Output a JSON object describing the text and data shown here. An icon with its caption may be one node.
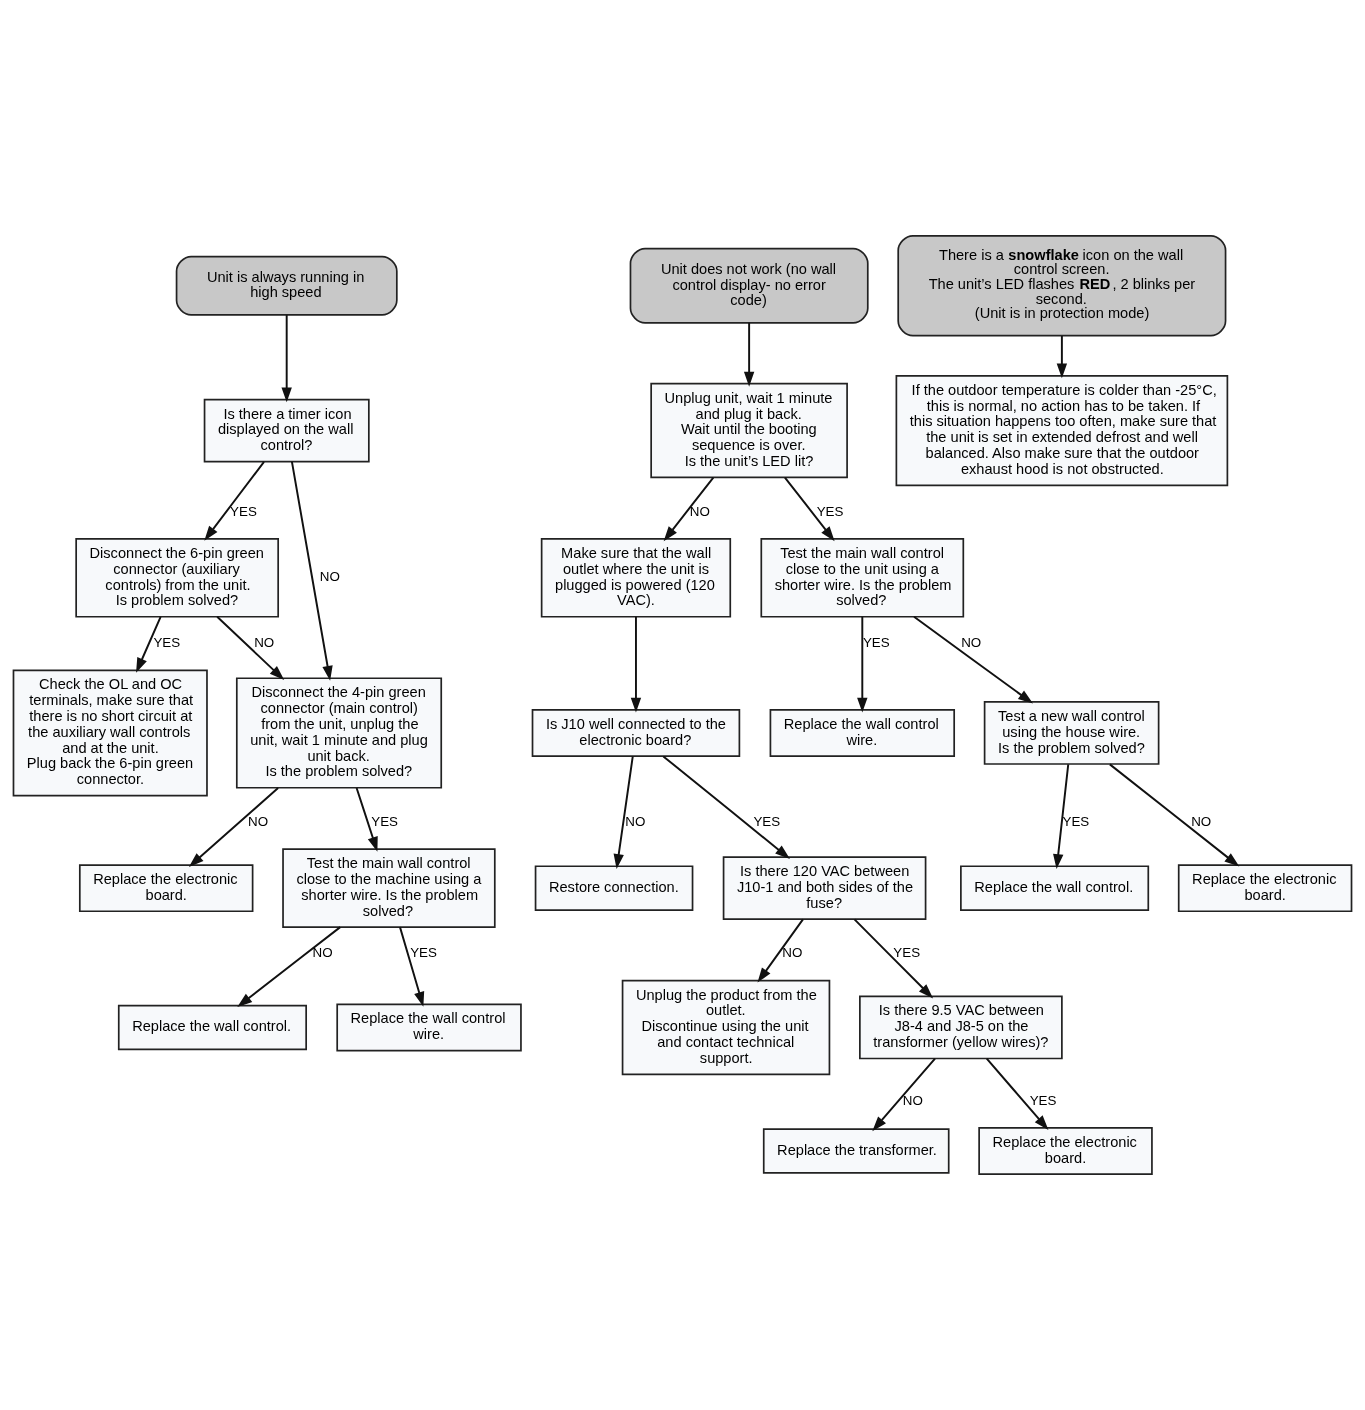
{
  "diagram": {
    "nodes": [
      {
        "text": [
          "Unit is always running in high speed"
        ]
      },
      {
        "text": [
          "Is there a timer icon displayed on the wall control?"
        ]
      },
      {
        "text": [
          "Disconnect the 6-pin green connector (auxiliary controls) from the unit.",
          "Is problem solved?"
        ]
      },
      {
        "text": [
          "Check the OL and OC terminals, make sure that there is no short circuit at the auxiliary wall controls and at the unit.",
          "Plug back the 6-pin green connector."
        ]
      },
      {
        "text": [
          "Disconnect the 4-pin green connector (main control) from the unit, unplug the unit, wait 1 minute and plug unit back.",
          "Is the problem solved?"
        ]
      },
      {
        "text": [
          "Replace the electronic board."
        ]
      },
      {
        "text": [
          "Test the main wall control close to the machine using a shorter wire. Is the problem solved?"
        ]
      },
      {
        "text": [
          "Replace the wall control."
        ]
      },
      {
        "text": [
          "Replace the wall control wire."
        ]
      },
      {
        "text": [
          "Unit does not work (no wall control display- no error code)"
        ]
      },
      {
        "text": [
          "Unplug unit, wait 1 minute and plug it back.",
          "Wait until the booting sequence is over.",
          "Is the unit’s LED lit?"
        ]
      },
      {
        "text": [
          "Make sure that the wall outlet where the unit is plugged is powered (120 VAC)."
        ]
      },
      {
        "text": [
          "Test the main wall control close to the unit using a shorter wire. Is the problem solved?"
        ]
      },
      {
        "text": [
          "Is J10 well connected to the electronic board?"
        ]
      },
      {
        "text": [
          "Replace the wall control wire."
        ]
      },
      {
        "text": [
          "Test a new wall control using the house wire.",
          "Is the problem solved?"
        ]
      },
      {
        "text": [
          "Restore connection."
        ]
      },
      {
        "text": [
          "Is there 120 VAC between J10-1 and both sides of the fuse?"
        ]
      },
      {
        "text": [
          "Replace the wall control."
        ]
      },
      {
        "text": [
          "Replace the electronic board."
        ]
      },
      {
        "text": [
          "Unplug the product from the outlet.",
          "Discontinue using the unit and contact technical support."
        ]
      },
      {
        "text": [
          "Is there 9.5 VAC between J8-4 and J8-5 on the transformer (yellow wires)?"
        ]
      },
      {
        "text": [
          "Replace the transformer."
        ]
      },
      {
        "text": [
          "Replace the electronic board."
        ]
      },
      {
        "text": [
          "There is a **snowflake** icon on the wall control screen.",
          "The unit’s LED flashes **RED**, 2 blinks per second.",
          "(Unit is in protection mode)"
        ]
      },
      {
        "text": [
          "If the outdoor temperature is colder than -25°C, this is normal, no action has to be taken. If this situation happens too often, make sure that the unit is set in extended defrost and well balanced. Also make sure that the outdoor exhaust hood is not obstructed."
        ]
      }
    ],
    "edges": [
      {
        "from": 0,
        "to": 1,
        "arrow": "to"
      },
      {
        "from": 1,
        "to": 2,
        "arrow": "to",
        "label": "YES"
      },
      {
        "from": 1,
        "to": 4,
        "arrow": "to",
        "label": "NO"
      },
      {
        "from": 2,
        "to": 3,
        "arrow": "to",
        "label": "YES"
      },
      {
        "from": 2,
        "to": 4,
        "arrow": "to",
        "label": "NO"
      },
      {
        "from": 4,
        "to": 5,
        "arrow": "to",
        "label": "NO"
      },
      {
        "from": 4,
        "to": 6,
        "arrow": "to",
        "label": "YES"
      },
      {
        "from": 6,
        "to": 7,
        "arrow": "to",
        "label": "NO"
      },
      {
        "from": 6,
        "to": 8,
        "arrow": "to",
        "label": "YES"
      },
      {
        "from": 9,
        "to": 10,
        "arrow": "to"
      },
      {
        "from": 10,
        "to": 11,
        "arrow": "to",
        "label": "NO"
      },
      {
        "from": 10,
        "to": 12,
        "arrow": "to",
        "label": "YES"
      },
      {
        "from": 11,
        "to": 13,
        "arrow": "to"
      },
      {
        "from": 12,
        "to": 14,
        "arrow": "to",
        "label": "YES"
      },
      {
        "from": 12,
        "to": 15,
        "arrow": "to",
        "label": "NO"
      },
      {
        "from": 13,
        "to": 16,
        "arrow": "to",
        "label": "NO"
      },
      {
        "from": 13,
        "to": 17,
        "arrow": "to",
        "label": "YES"
      },
      {
        "from": 15,
        "to": 18,
        "arrow": "to",
        "label": "YES"
      },
      {
        "from": 15,
        "to": 19,
        "arrow": "to",
        "label": "NO"
      },
      {
        "from": 17,
        "to": 20,
        "arrow": "to",
        "label": "NO"
      },
      {
        "from": 17,
        "to": 21,
        "arrow": "to",
        "label": "YES"
      },
      {
        "from": 21,
        "to": 22,
        "arrow": "to",
        "label": "NO"
      },
      {
        "from": 21,
        "to": 23,
        "arrow": "to",
        "label": "YES"
      },
      {
        "from": 24,
        "to": 25,
        "arrow": "to"
      }
    ]
  }
}
